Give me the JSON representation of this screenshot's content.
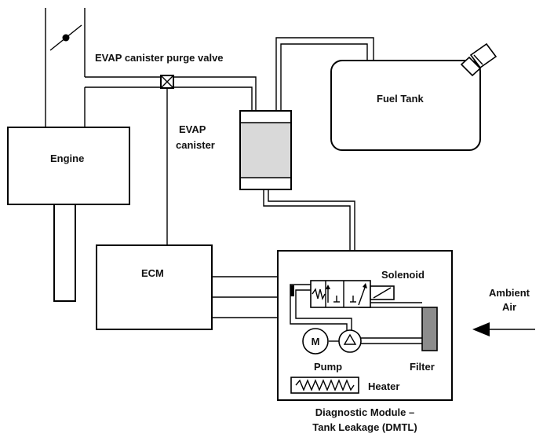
{
  "labels": {
    "purge_valve": "EVAP canister purge valve",
    "canister_line1": "EVAP",
    "canister_line2": "canister",
    "fuel_tank": "Fuel Tank",
    "engine": "Engine",
    "ecm": "ECM",
    "solenoid": "Solenoid",
    "ambient_line1": "Ambient",
    "ambient_line2": "Air",
    "motor": "M",
    "pump": "Pump",
    "filter": "Filter",
    "heater": "Heater",
    "module_line1": "Diagnostic Module –",
    "module_line2": "Tank Leakage (DMTL)"
  },
  "colors": {
    "line": "#000000",
    "canister_fill": "#d9d9d9",
    "filter_fill": "#8c8c8c",
    "background": "#ffffff"
  }
}
